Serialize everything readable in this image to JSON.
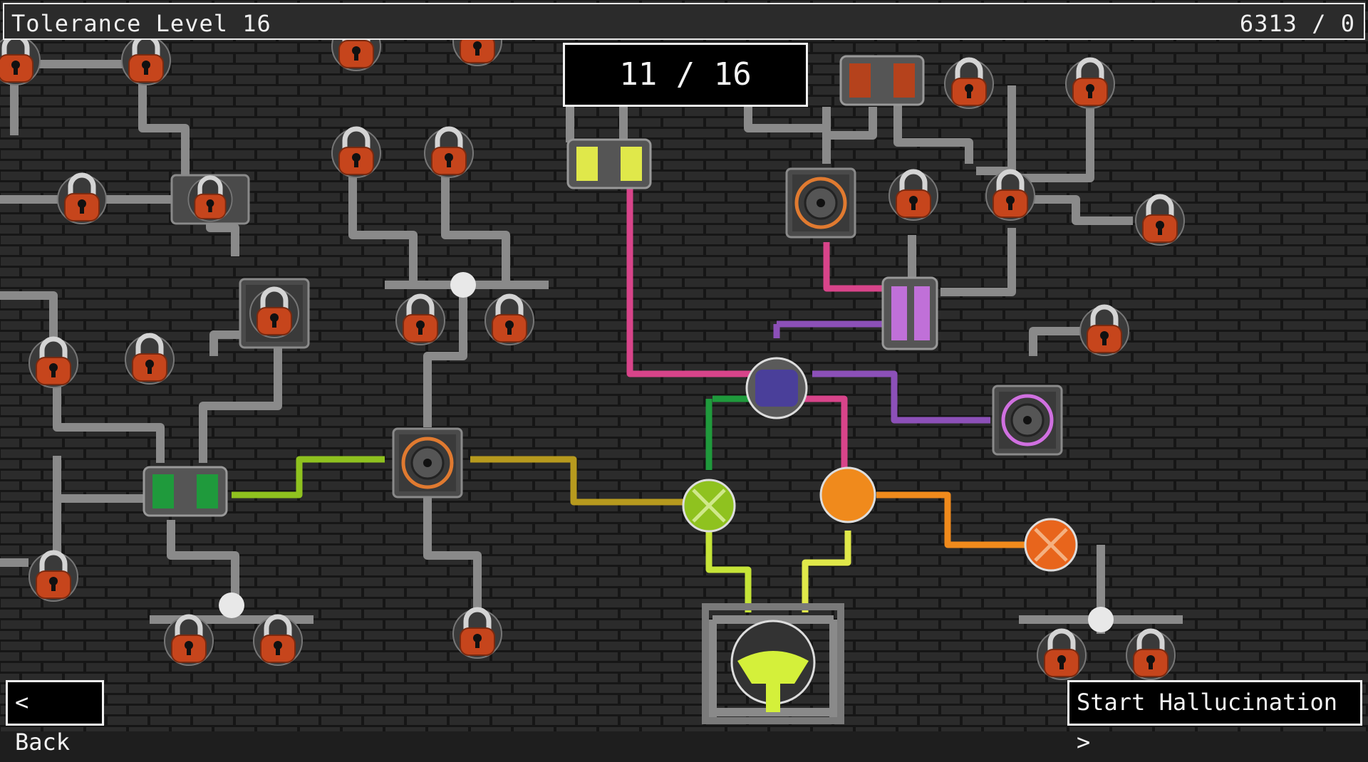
{
  "header": {
    "level_title": "Tolerance Level 16",
    "score": "6313 / 0"
  },
  "progress_counter": "11 / 16",
  "buttons": {
    "back_label": "< Back",
    "start_label": "Start Hallucination >"
  },
  "colors": {
    "background": "#1e1e1e",
    "brick": "#2a2a2a",
    "pipe_metal": "#8a8a8a",
    "lock": "#c6451c",
    "pink_fluid": "#d8448a",
    "yellow_fluid": "#e0e84a",
    "green_fluid": "#1f9a3c",
    "lime_fluid": "#8fc21f",
    "olive_fluid": "#b79a1e",
    "orange_fluid": "#f08a1c",
    "purple_fluid": "#b45bd0",
    "indigo_fluid": "#4a3f9a",
    "lavender_fluid": "#8c50b8"
  },
  "board": {
    "locked_nodes_icon": "padlock-icon",
    "mixer_icon": "mixer-node-icon",
    "container_icon": "fluid-container-icon",
    "flask_icon": "flask-icon"
  }
}
